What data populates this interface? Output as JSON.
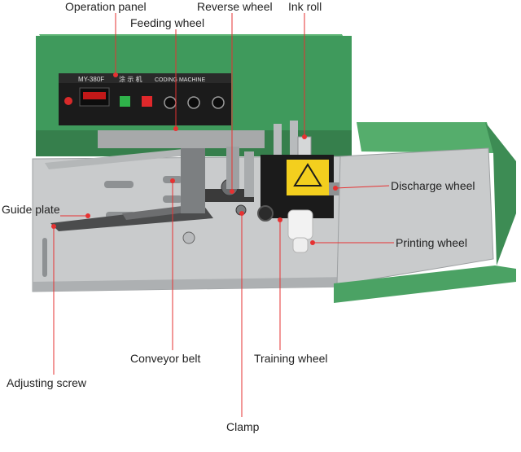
{
  "machine": {
    "model_label": "MY-380F",
    "panel_title": "CODING MACHINE",
    "panel_title_cn": "涂 示 机"
  },
  "callouts": [
    {
      "id": "operation-panel",
      "text": "Operation panel"
    },
    {
      "id": "reverse-wheel",
      "text": "Reverse wheel"
    },
    {
      "id": "ink-roll",
      "text": "Ink roll"
    },
    {
      "id": "feeding-wheel",
      "text": "Feeding wheel"
    },
    {
      "id": "guide-plate",
      "text": "Guide plate"
    },
    {
      "id": "discharge-wheel",
      "text": "Discharge wheel"
    },
    {
      "id": "printing-wheel",
      "text": "Printing wheel"
    },
    {
      "id": "conveyor-belt",
      "text": "Conveyor belt"
    },
    {
      "id": "training-wheel",
      "text": "Training wheel"
    },
    {
      "id": "adjusting-screw",
      "text": "Adjusting screw"
    },
    {
      "id": "clamp",
      "text": "Clamp"
    }
  ],
  "colors": {
    "body_green": "#3f9a5c",
    "tray_green": "#47a360",
    "steel": "#c9cbcc",
    "leader_red": "#e63232",
    "panel_black": "#1b1b1b"
  }
}
